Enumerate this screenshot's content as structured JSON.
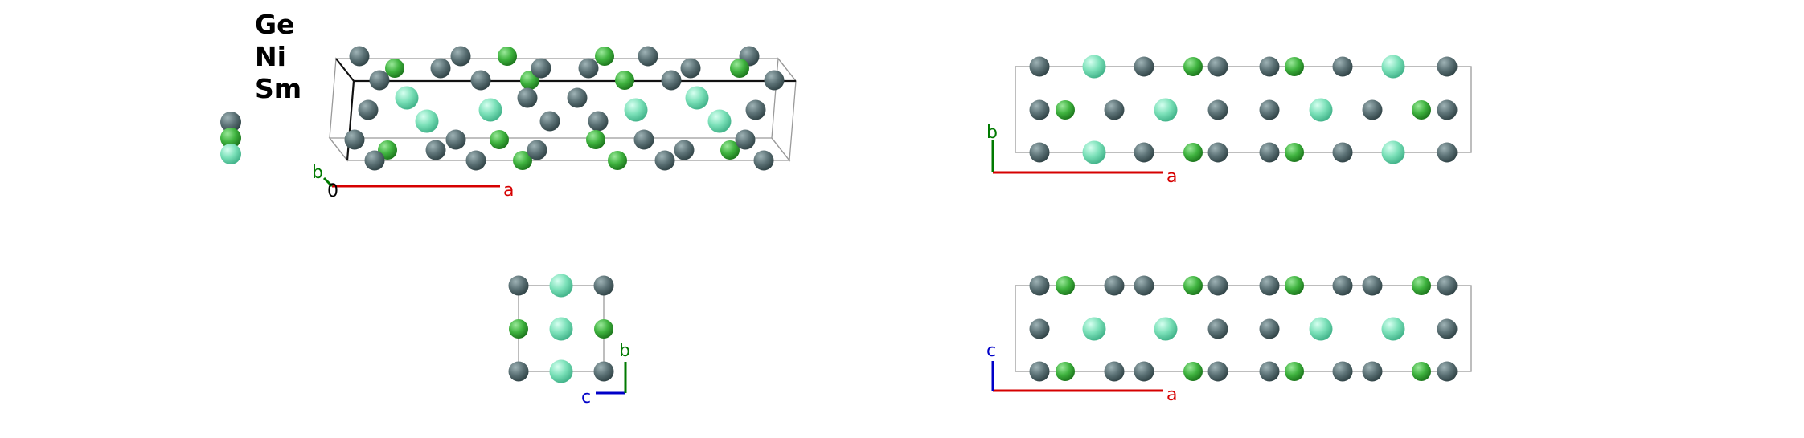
{
  "legend": {
    "elements": [
      {
        "symbol": "Ge",
        "color": "#5c7276"
      },
      {
        "symbol": "Ni",
        "color": "#3fb33f"
      },
      {
        "symbol": "Sm",
        "color": "#7ae0b8"
      }
    ]
  },
  "views": {
    "perspective": {
      "axes": {
        "a": "a",
        "b": "b",
        "origin": "0"
      }
    },
    "top_ab": {
      "axes": {
        "a": "a",
        "b": "b"
      }
    },
    "end_bc": {
      "axes": {
        "b": "b",
        "c": "c"
      }
    },
    "side_ac": {
      "axes": {
        "a": "a",
        "c": "c"
      }
    }
  },
  "axis_colors": {
    "a": "#d60000",
    "b": "#007a00",
    "c": "#0000c8",
    "origin": "#000000"
  }
}
